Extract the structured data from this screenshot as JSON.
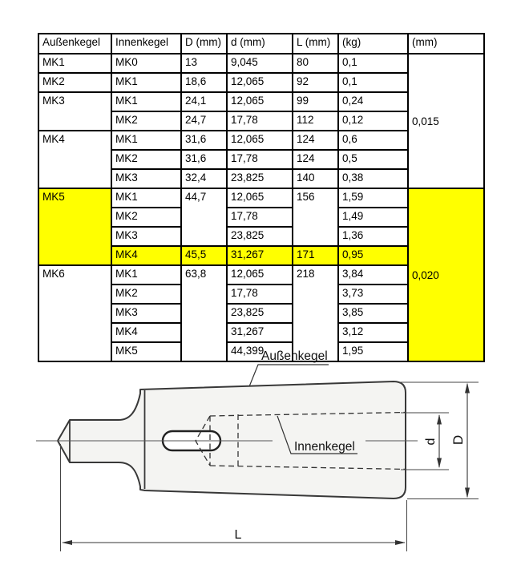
{
  "table": {
    "headers": [
      "Außenkegel",
      "Innenkegel",
      "D (mm)",
      "d (mm)",
      "L (mm)",
      "(kg)",
      "(mm)"
    ],
    "rows": [
      {
        "cells": [
          {
            "t": "MK1"
          },
          {
            "t": "MK0"
          },
          {
            "t": "13"
          },
          {
            "t": "9,045"
          },
          {
            "t": "80"
          },
          {
            "t": "0,1"
          },
          {
            "t": "0,015",
            "rs": 7,
            "mid": true
          }
        ]
      },
      {
        "cells": [
          {
            "t": "MK2"
          },
          {
            "t": "MK1"
          },
          {
            "t": "18,6"
          },
          {
            "t": "12,065"
          },
          {
            "t": "92"
          },
          {
            "t": "0,1"
          }
        ]
      },
      {
        "cells": [
          {
            "t": "MK3",
            "rs": 2
          },
          {
            "t": "MK1"
          },
          {
            "t": "24,1"
          },
          {
            "t": "12,065"
          },
          {
            "t": "99"
          },
          {
            "t": "0,24"
          }
        ]
      },
      {
        "cells": [
          {
            "t": "MK2"
          },
          {
            "t": "24,7"
          },
          {
            "t": "17,78"
          },
          {
            "t": "112"
          },
          {
            "t": "0,12"
          }
        ]
      },
      {
        "cells": [
          {
            "t": "MK4",
            "rs": 3
          },
          {
            "t": "MK1"
          },
          {
            "t": "31,6"
          },
          {
            "t": "12,065"
          },
          {
            "t": "124"
          },
          {
            "t": "0,6"
          }
        ]
      },
      {
        "cells": [
          {
            "t": "MK2"
          },
          {
            "t": "31,6"
          },
          {
            "t": "17,78"
          },
          {
            "t": "124"
          },
          {
            "t": "0,5"
          }
        ]
      },
      {
        "cells": [
          {
            "t": "MK3"
          },
          {
            "t": "32,4"
          },
          {
            "t": "23,825"
          },
          {
            "t": "140"
          },
          {
            "t": "0,38"
          }
        ]
      },
      {
        "cells": [
          {
            "t": "MK5",
            "rs": 4,
            "hl": true
          },
          {
            "t": "MK1"
          },
          {
            "t": "44,7",
            "rs": 3
          },
          {
            "t": "12,065"
          },
          {
            "t": "156",
            "rs": 3
          },
          {
            "t": "1,59"
          },
          {
            "t": "0,020",
            "rs": 9,
            "hl": true,
            "mid": true
          }
        ]
      },
      {
        "cells": [
          {
            "t": "MK2"
          },
          {
            "t": "17,78"
          },
          {
            "t": "1,49"
          }
        ]
      },
      {
        "cells": [
          {
            "t": "MK3"
          },
          {
            "t": "23,825"
          },
          {
            "t": "1,36"
          }
        ]
      },
      {
        "cells": [
          {
            "t": "MK4",
            "hl": true
          },
          {
            "t": "45,5",
            "hl": true
          },
          {
            "t": "31,267",
            "hl": true
          },
          {
            "t": "171",
            "hl": true
          },
          {
            "t": "0,95",
            "hl": true
          }
        ]
      },
      {
        "cells": [
          {
            "t": "MK6",
            "rs": 5
          },
          {
            "t": "MK1"
          },
          {
            "t": "63,8",
            "rs": 5
          },
          {
            "t": "12,065"
          },
          {
            "t": "218",
            "rs": 5
          },
          {
            "t": "3,84"
          }
        ]
      },
      {
        "cells": [
          {
            "t": "MK2"
          },
          {
            "t": "17,78"
          },
          {
            "t": "3,73"
          }
        ]
      },
      {
        "cells": [
          {
            "t": "MK3"
          },
          {
            "t": "23,825"
          },
          {
            "t": "3,85"
          }
        ]
      },
      {
        "cells": [
          {
            "t": "MK4"
          },
          {
            "t": "31,267"
          },
          {
            "t": "3,12"
          }
        ]
      },
      {
        "cells": [
          {
            "t": "MK5"
          },
          {
            "t": "44,399"
          },
          {
            "t": "1,95"
          }
        ]
      }
    ]
  },
  "drawing": {
    "outer_taper_label": "Außenkegel",
    "inner_taper_label": "Innenkegel",
    "dim_d": "d",
    "dim_D": "D",
    "dim_L": "L"
  },
  "colors": {
    "highlight": "#ffff00",
    "table_border": "#000000",
    "drawing_line": "#383838",
    "body_fill": "#f4f4f2"
  }
}
